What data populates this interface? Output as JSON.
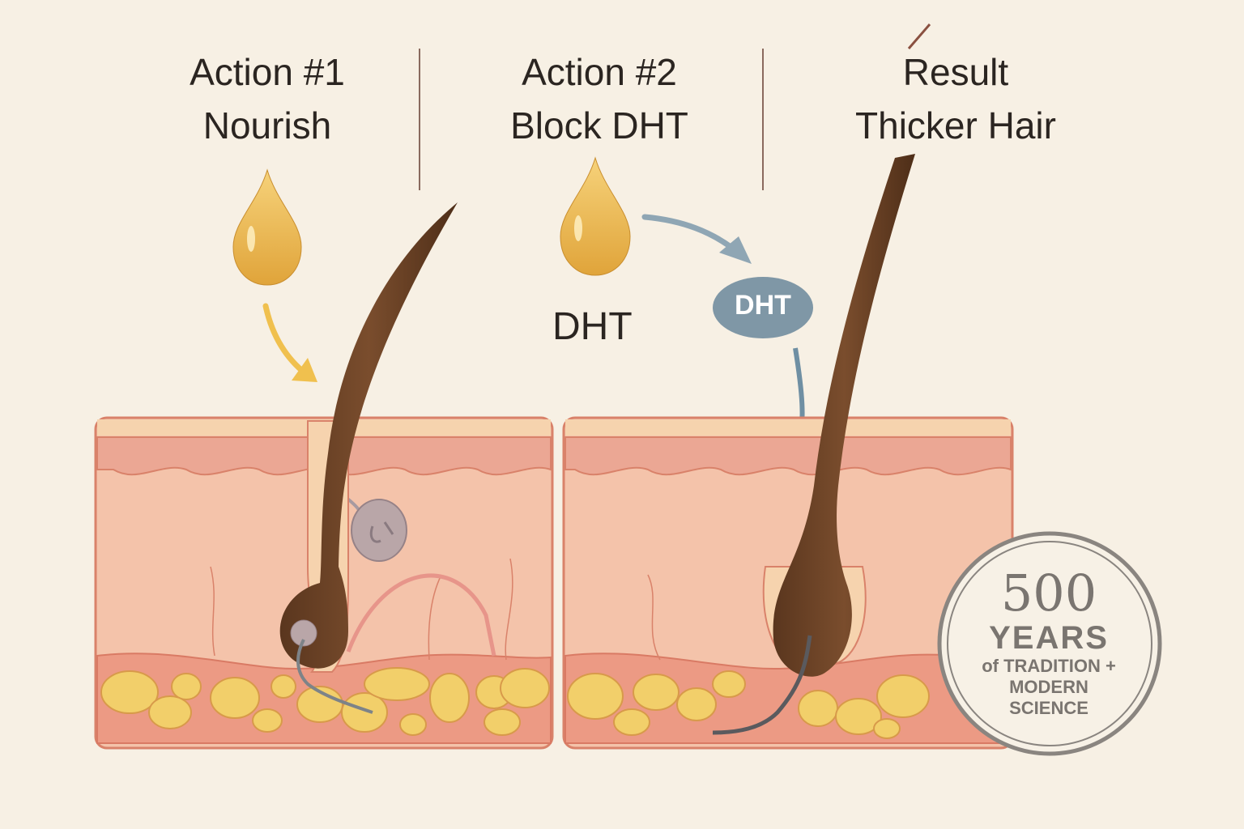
{
  "steps": [
    {
      "title": "Action #1",
      "subtitle": "Nourish"
    },
    {
      "title": "Action #2",
      "subtitle": "Block DHT"
    },
    {
      "title": "Result",
      "subtitle": "Thicker Hair"
    }
  ],
  "labels": {
    "dht_text": "DHT",
    "dht_bubble": "DHT"
  },
  "badge": {
    "number": "500",
    "unit": "YEARS",
    "line1": "of TRADITION +",
    "line2": "MODERN",
    "line3": "SCIENCE"
  },
  "icons": [
    "oil-drop-icon",
    "arrow-icon"
  ],
  "colors": {
    "background": "#f7f0e4",
    "text": "#2b2521",
    "oil": "#e8b24a",
    "dht_blue": "#7f97a6",
    "skin": "#f4c3aa",
    "skin_border": "#d9826a",
    "fat": "#f2cf6a",
    "hair": "#6b4226",
    "badge": "#7a7570"
  }
}
